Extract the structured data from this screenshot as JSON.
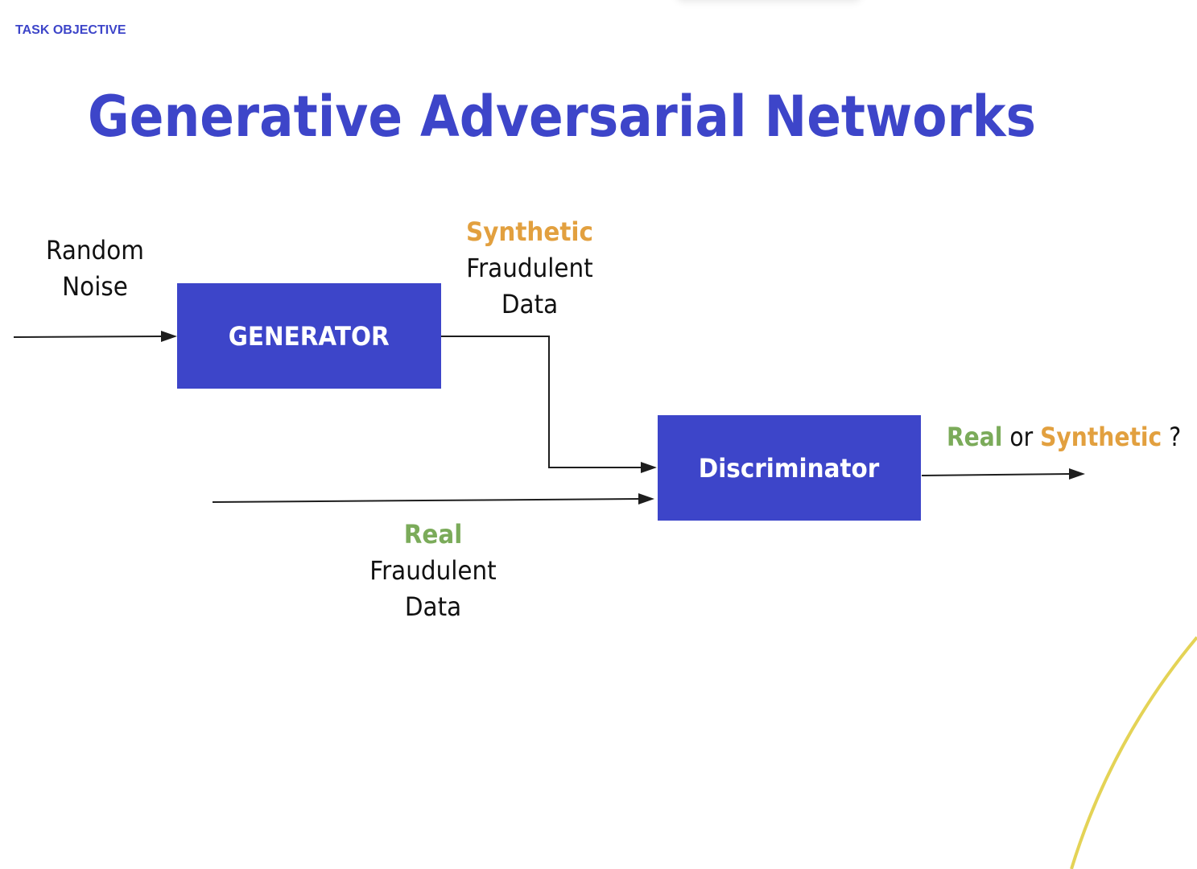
{
  "header": {
    "section_label": "TASK OBJECTIVE",
    "title": "Generative Adversarial Networks"
  },
  "colors": {
    "brand_blue": "#3d45c9",
    "real_green": "#7bab5a",
    "synthetic_orange": "#e2a03f",
    "accent_yellow": "#e4d356",
    "text_dark": "#111111"
  },
  "diagram": {
    "nodes": {
      "generator": {
        "label": "GENERATOR"
      },
      "discriminator": {
        "label": "Discriminator"
      }
    },
    "labels": {
      "random_noise": {
        "line1": "Random",
        "line2": "Noise"
      },
      "synthetic_data": {
        "highlight": "Synthetic",
        "line2": "Fraudulent",
        "line3": "Data"
      },
      "real_data": {
        "highlight": "Real",
        "line2": "Fraudulent",
        "line3": "Data"
      },
      "output": {
        "real": "Real",
        "or": " or ",
        "synthetic": "Synthetic",
        "question": " ?"
      }
    },
    "edges": [
      {
        "from": "random_noise",
        "to": "generator"
      },
      {
        "from": "generator",
        "to": "discriminator",
        "label": "Synthetic Fraudulent Data"
      },
      {
        "from": "real_data",
        "to": "discriminator",
        "label": "Real Fraudulent Data"
      },
      {
        "from": "discriminator",
        "to": "output",
        "label": "Real or Synthetic ?"
      }
    ]
  }
}
